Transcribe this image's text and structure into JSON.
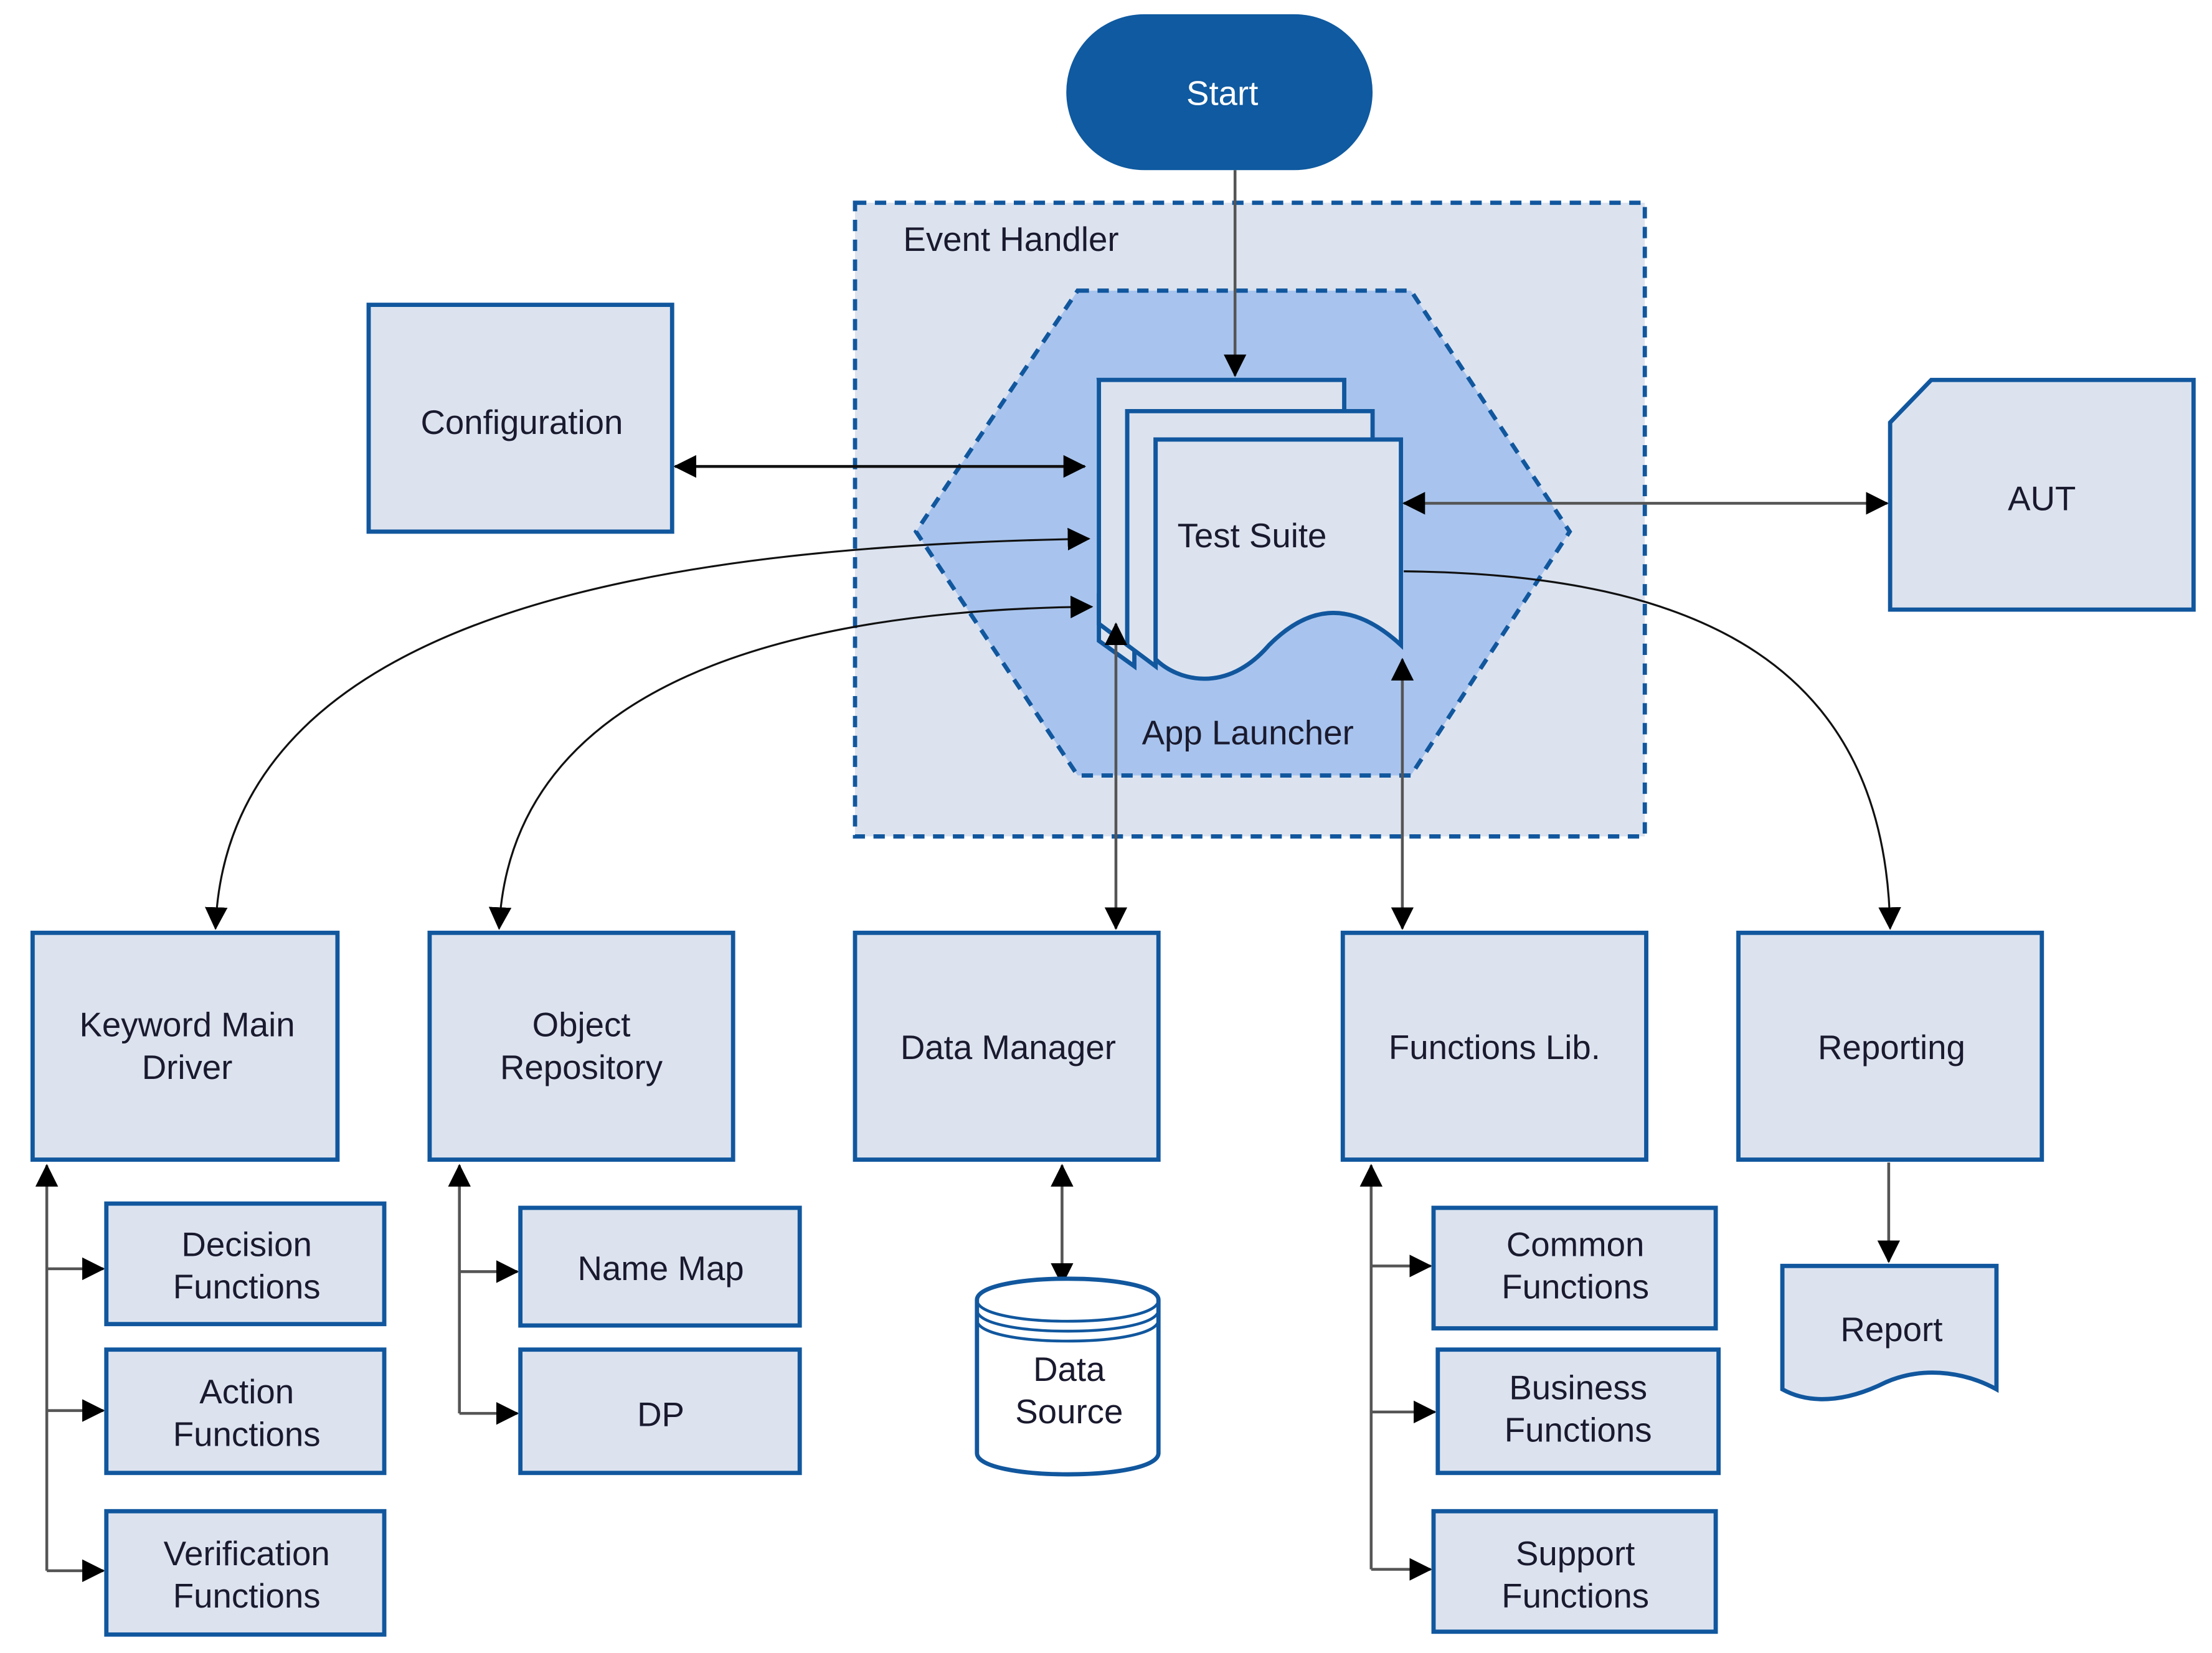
{
  "diagram": {
    "start": "Start",
    "event_handler": "Event Handler",
    "app_launcher": "App  Launcher",
    "test_suite": "Test Suite",
    "configuration": "Configuration",
    "aut": "AUT",
    "keyword_main_driver": [
      "Keyword Main",
      "Driver"
    ],
    "object_repository": [
      "Object",
      "Repository"
    ],
    "data_manager": "Data Manager",
    "functions_lib": "Functions Lib.",
    "reporting": "Reporting",
    "decision_functions": [
      "Decision",
      "Functions"
    ],
    "action_functions": [
      "Action",
      "Functions"
    ],
    "verification_functions": [
      "Verification",
      "Functions"
    ],
    "name_map": "Name Map",
    "dp": "DP",
    "data_source": [
      "Data",
      "Source"
    ],
    "common_functions": [
      "Common",
      "Functions"
    ],
    "business_functions": [
      "Business",
      "Functions"
    ],
    "support_functions": [
      "Support",
      "Functions"
    ],
    "report": "Report"
  },
  "colors": {
    "primary_blue": "#11579e",
    "box_fill": "#dce3ef",
    "hexagon_fill": "#a8c4ee",
    "start_fill": "#0f5aa0"
  }
}
